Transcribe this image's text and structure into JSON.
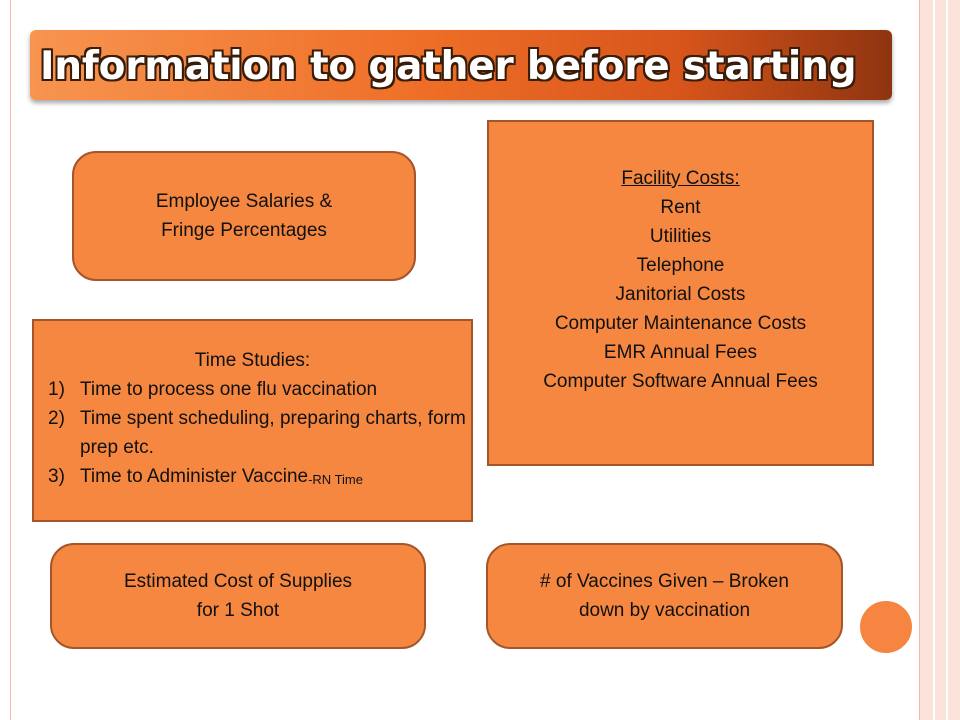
{
  "slide": {
    "title": "Information to gather before starting"
  },
  "boxes": {
    "salaries": {
      "lines": [
        "Employee Salaries &",
        "Fringe Percentages"
      ]
    },
    "facility": {
      "heading": "Facility Costs:",
      "items": [
        "Rent",
        "Utilities",
        "Telephone",
        "Janitorial Costs",
        "Computer Maintenance Costs",
        "EMR Annual Fees",
        "Computer Software Annual Fees"
      ]
    },
    "time_studies": {
      "heading": "Time Studies:",
      "items": [
        {
          "num": "1)",
          "text": "Time to process one flu vaccination"
        },
        {
          "num": "2)",
          "text": "Time spent scheduling, preparing charts, form prep etc."
        },
        {
          "num": "3)",
          "text": "Time to Administer Vaccine",
          "suffix": "-RN Time"
        }
      ]
    },
    "supplies": {
      "lines": [
        "Estimated Cost of Supplies",
        "for 1 Shot"
      ]
    },
    "vaccines": {
      "lines": [
        "# of Vaccines Given – Broken",
        "down by vaccination"
      ]
    }
  },
  "colors": {
    "box_fill": "#f58740",
    "box_border": "#a6542a",
    "title_gradient_start": "#f7944f",
    "title_gradient_end": "#8f3410",
    "frame_accent": "#fbe3dc"
  }
}
